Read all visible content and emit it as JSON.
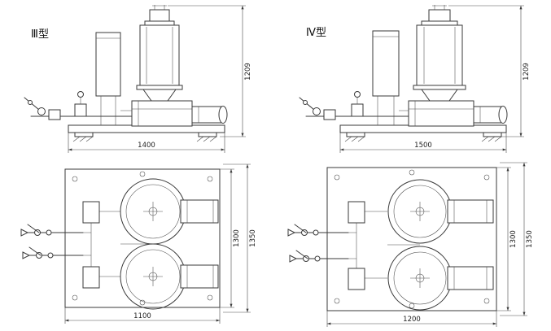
{
  "labels": {
    "type3": "Ⅲ型",
    "type4": "Ⅳ型"
  },
  "front3": {
    "height": "1209",
    "width": "1400"
  },
  "front4": {
    "height": "1209",
    "width": "1500"
  },
  "plan3": {
    "width": "1100",
    "inner_height": "1300",
    "outer_height": "1350"
  },
  "plan4": {
    "width": "1200",
    "inner_height": "1300",
    "outer_height": "1350"
  },
  "colors": {
    "line": "#3a3a3a",
    "background": "#ffffff"
  }
}
